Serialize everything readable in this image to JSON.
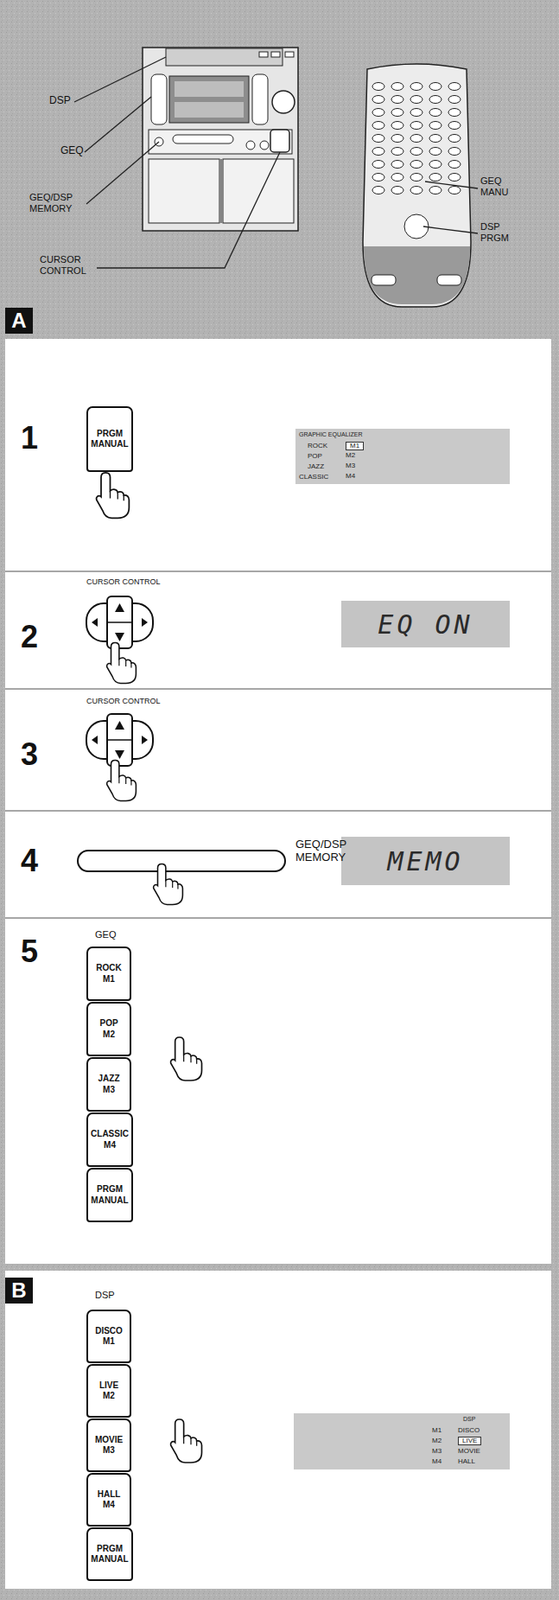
{
  "diagram": {
    "nodes": [
      {
        "text": [
          "A"
        ]
      },
      {
        "text": [
          "PRGM MANUAL"
        ]
      },
      {
        "text": [
          "GRAPHIC EQUALIZER",
          "ROCK",
          "M1",
          "POP",
          "M2",
          "JAZZ",
          "M3",
          "CLASSIC",
          "M4"
        ]
      },
      {
        "text": [
          "EQ ON"
        ]
      },
      {
        "text": [
          "MEMO"
        ]
      },
      {
        "text": [
          "ROCK M1"
        ]
      },
      {
        "text": [
          "POP M2"
        ]
      },
      {
        "text": [
          "JAZZ M3"
        ]
      },
      {
        "text": [
          "CLASSIC M4"
        ]
      },
      {
        "text": [
          "PRGM MANUAL"
        ]
      },
      {
        "text": [
          "B"
        ]
      },
      {
        "text": [
          "DISCO M1"
        ]
      },
      {
        "text": [
          "LIVE M2"
        ]
      },
      {
        "text": [
          "MOVIE M3"
        ]
      },
      {
        "text": [
          "HALL M4"
        ]
      },
      {
        "text": [
          "PRGM MANUAL"
        ]
      },
      {
        "text": [
          "DSP",
          "M1",
          "DISCO",
          "M2",
          "LIVE",
          "M3",
          "MOVIE",
          "M4",
          "HALL"
        ]
      }
    ],
    "labels": [
      "DSP",
      "GEQ",
      "GEQ/DSP MEMORY",
      "CURSOR CONTROL",
      "GEQ MANU",
      "DSP PRGM",
      "1",
      "CURSOR CONTROL",
      "2",
      "CURSOR CONTROL",
      "3",
      "4",
      "GEQ/DSP MEMORY",
      "5",
      "GEQ",
      "DSP"
    ]
  }
}
